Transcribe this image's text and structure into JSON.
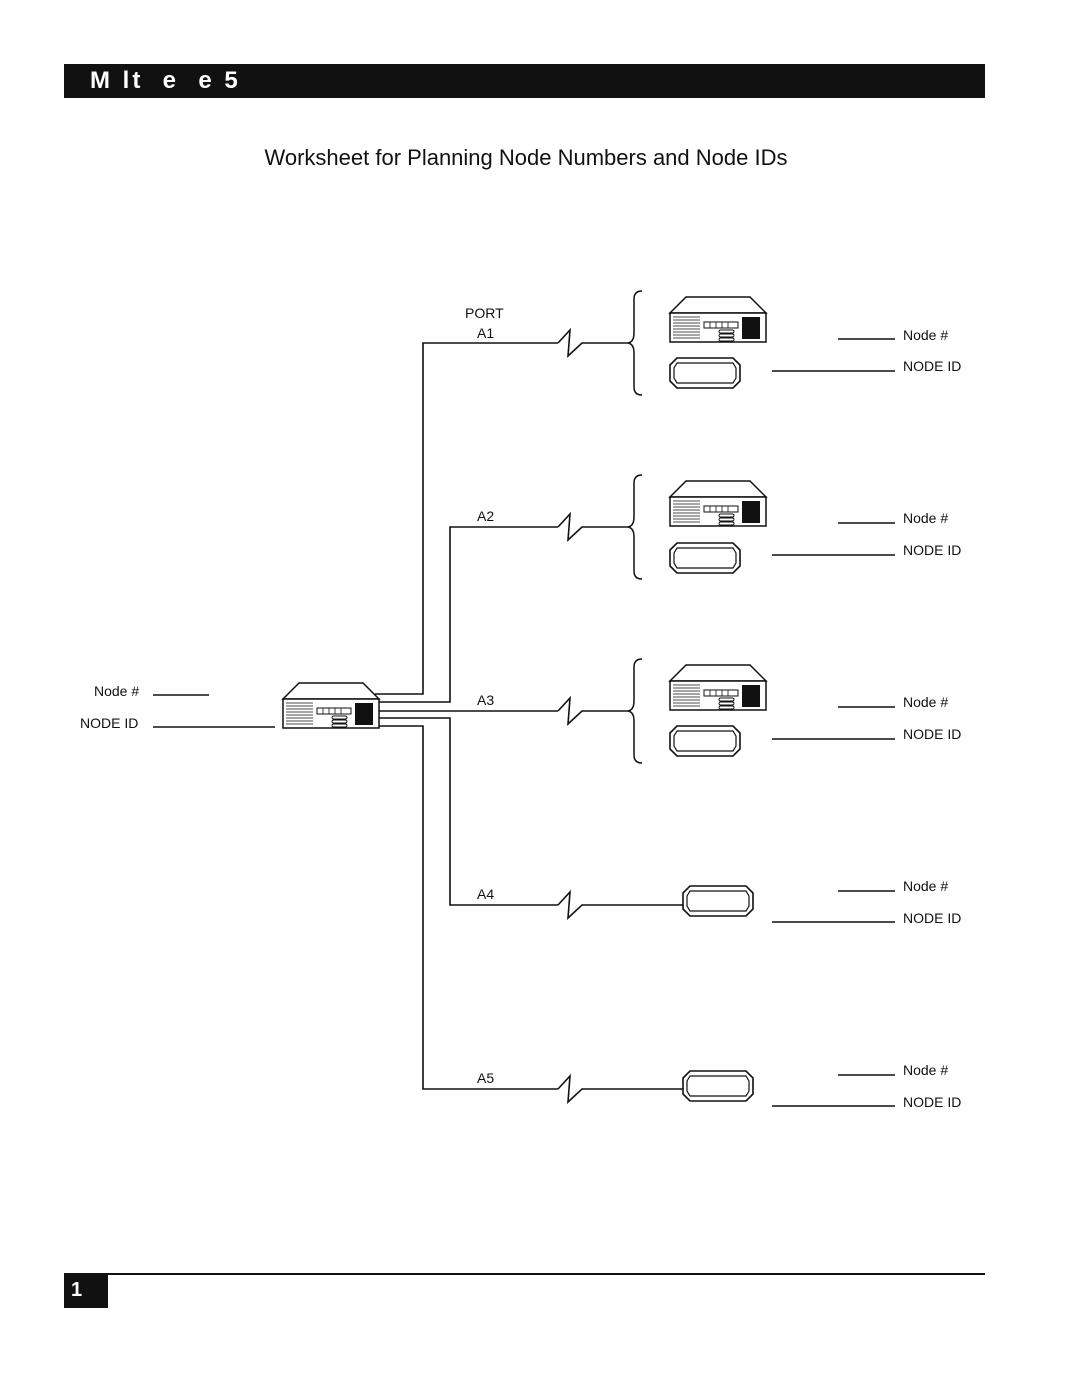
{
  "header": {
    "title": "M lt  e  e 5"
  },
  "page_title": "Worksheet for Planning Node Numbers and Node IDs",
  "diagram": {
    "port_label": "PORT",
    "main_node": {
      "node_label": "Node #",
      "id_label": "NODE ID"
    },
    "branches": [
      {
        "port": "A1",
        "node_label": "Node #",
        "id_label": "NODE ID"
      },
      {
        "port": "A2",
        "node_label": "Node #",
        "id_label": "NODE ID"
      },
      {
        "port": "A3",
        "node_label": "Node #",
        "id_label": "NODE ID"
      },
      {
        "port": "A4",
        "node_label": "Node #",
        "id_label": "NODE ID"
      },
      {
        "port": "A5",
        "node_label": "Node #",
        "id_label": "NODE ID"
      }
    ]
  },
  "footer": {
    "page_number": "1"
  }
}
